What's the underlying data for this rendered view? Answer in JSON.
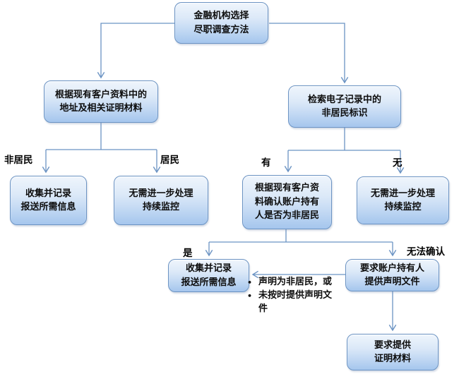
{
  "diagram": {
    "type": "flowchart",
    "language": "zh-CN",
    "nodes": {
      "root": {
        "label": "金融机构选择\n尽职调查方法"
      },
      "left_method": {
        "label": "根据现有客户资料中的\n地址及相关证明材料"
      },
      "right_method": {
        "label": "检索电子记录中的\n非居民标识"
      },
      "left_collect": {
        "label": "收集并记录\n报送所需信息"
      },
      "left_no_action": {
        "label": "无需进一步处理\n持续监控"
      },
      "right_confirm": {
        "label": "根据现有客户资\n料确认账户持有\n人是否为非居民"
      },
      "right_no_action": {
        "label": "无需进一步处理\n持续监控"
      },
      "bottom_collect": {
        "label": "收集并记录\n报送所需信息"
      },
      "request_declaration": {
        "label": "要求账户持有人\n提供声明文件"
      },
      "request_proof": {
        "label": "要求提供\n证明材料"
      }
    },
    "edge_labels": {
      "non_resident": "非居民",
      "resident": "居民",
      "has_indicia": "有",
      "no_indicia": "无",
      "yes": "是",
      "cannot_confirm": "无法确认"
    },
    "notes": {
      "bullets": [
        "声明为非居民，或",
        "未按时提供声明文件"
      ]
    },
    "colors": {
      "node_border": "#6b93c3",
      "node_fill_top": "#eff5fc",
      "node_fill_bottom": "#a5c6ed",
      "connector": "#6b93c3",
      "text": "#0d0d0d",
      "background": "#ffffff"
    }
  }
}
